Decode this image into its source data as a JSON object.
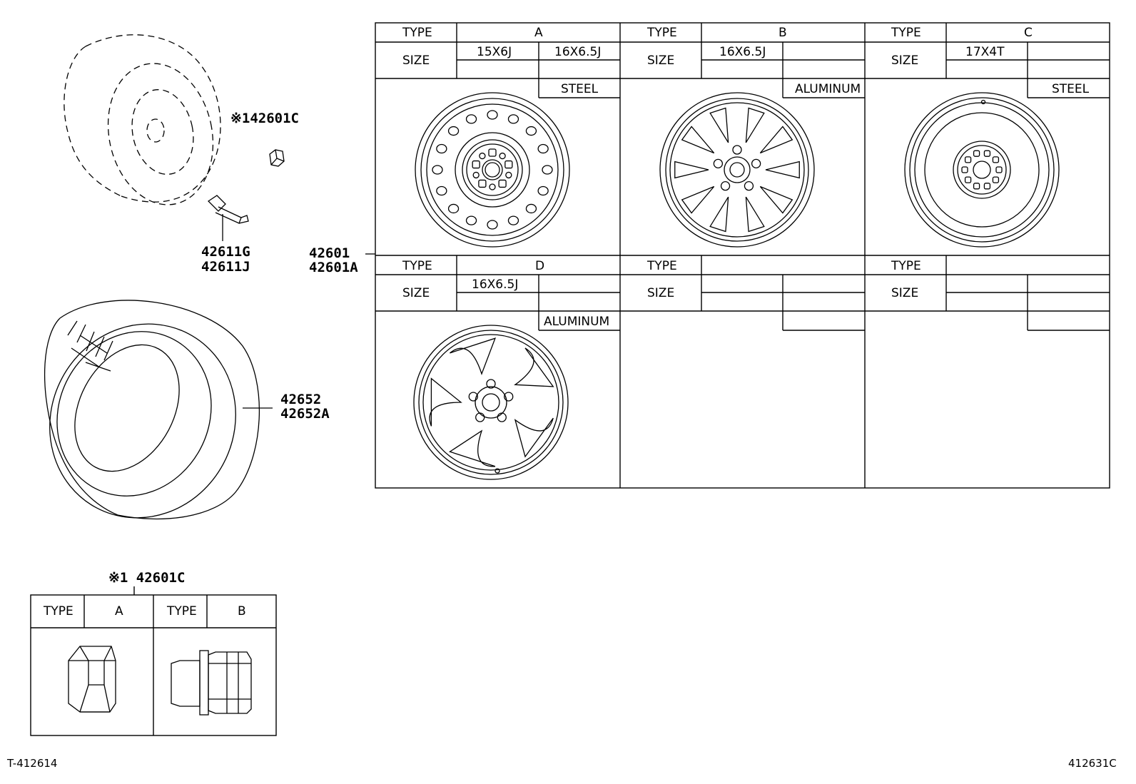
{
  "callouts": {
    "valve": [
      "42611G",
      "42611J"
    ],
    "wheel": [
      "42601",
      "42601A"
    ],
    "tire": [
      "42652",
      "42652A"
    ],
    "nut_ref": "※142601C",
    "nut_table_ref": "※1 42601C"
  },
  "wheel_table": {
    "type_label": "TYPE",
    "size_label": "SIZE",
    "cells": [
      {
        "type": "A",
        "sizes": [
          "15X6J",
          "16X6.5J"
        ],
        "material": "STEEL"
      },
      {
        "type": "B",
        "sizes": [
          "16X6.5J"
        ],
        "material": "ALUMINUM"
      },
      {
        "type": "C",
        "sizes": [
          "17X4T"
        ],
        "material": "STEEL"
      },
      {
        "type": "D",
        "sizes": [
          "16X6.5J"
        ],
        "material": "ALUMINUM"
      },
      {
        "type": "",
        "sizes": [],
        "material": ""
      },
      {
        "type": "",
        "sizes": [],
        "material": ""
      }
    ]
  },
  "nut_table": {
    "type_label": "TYPE",
    "types": [
      "A",
      "B"
    ]
  },
  "footer": {
    "left": "T-412614",
    "right": "412631C"
  }
}
